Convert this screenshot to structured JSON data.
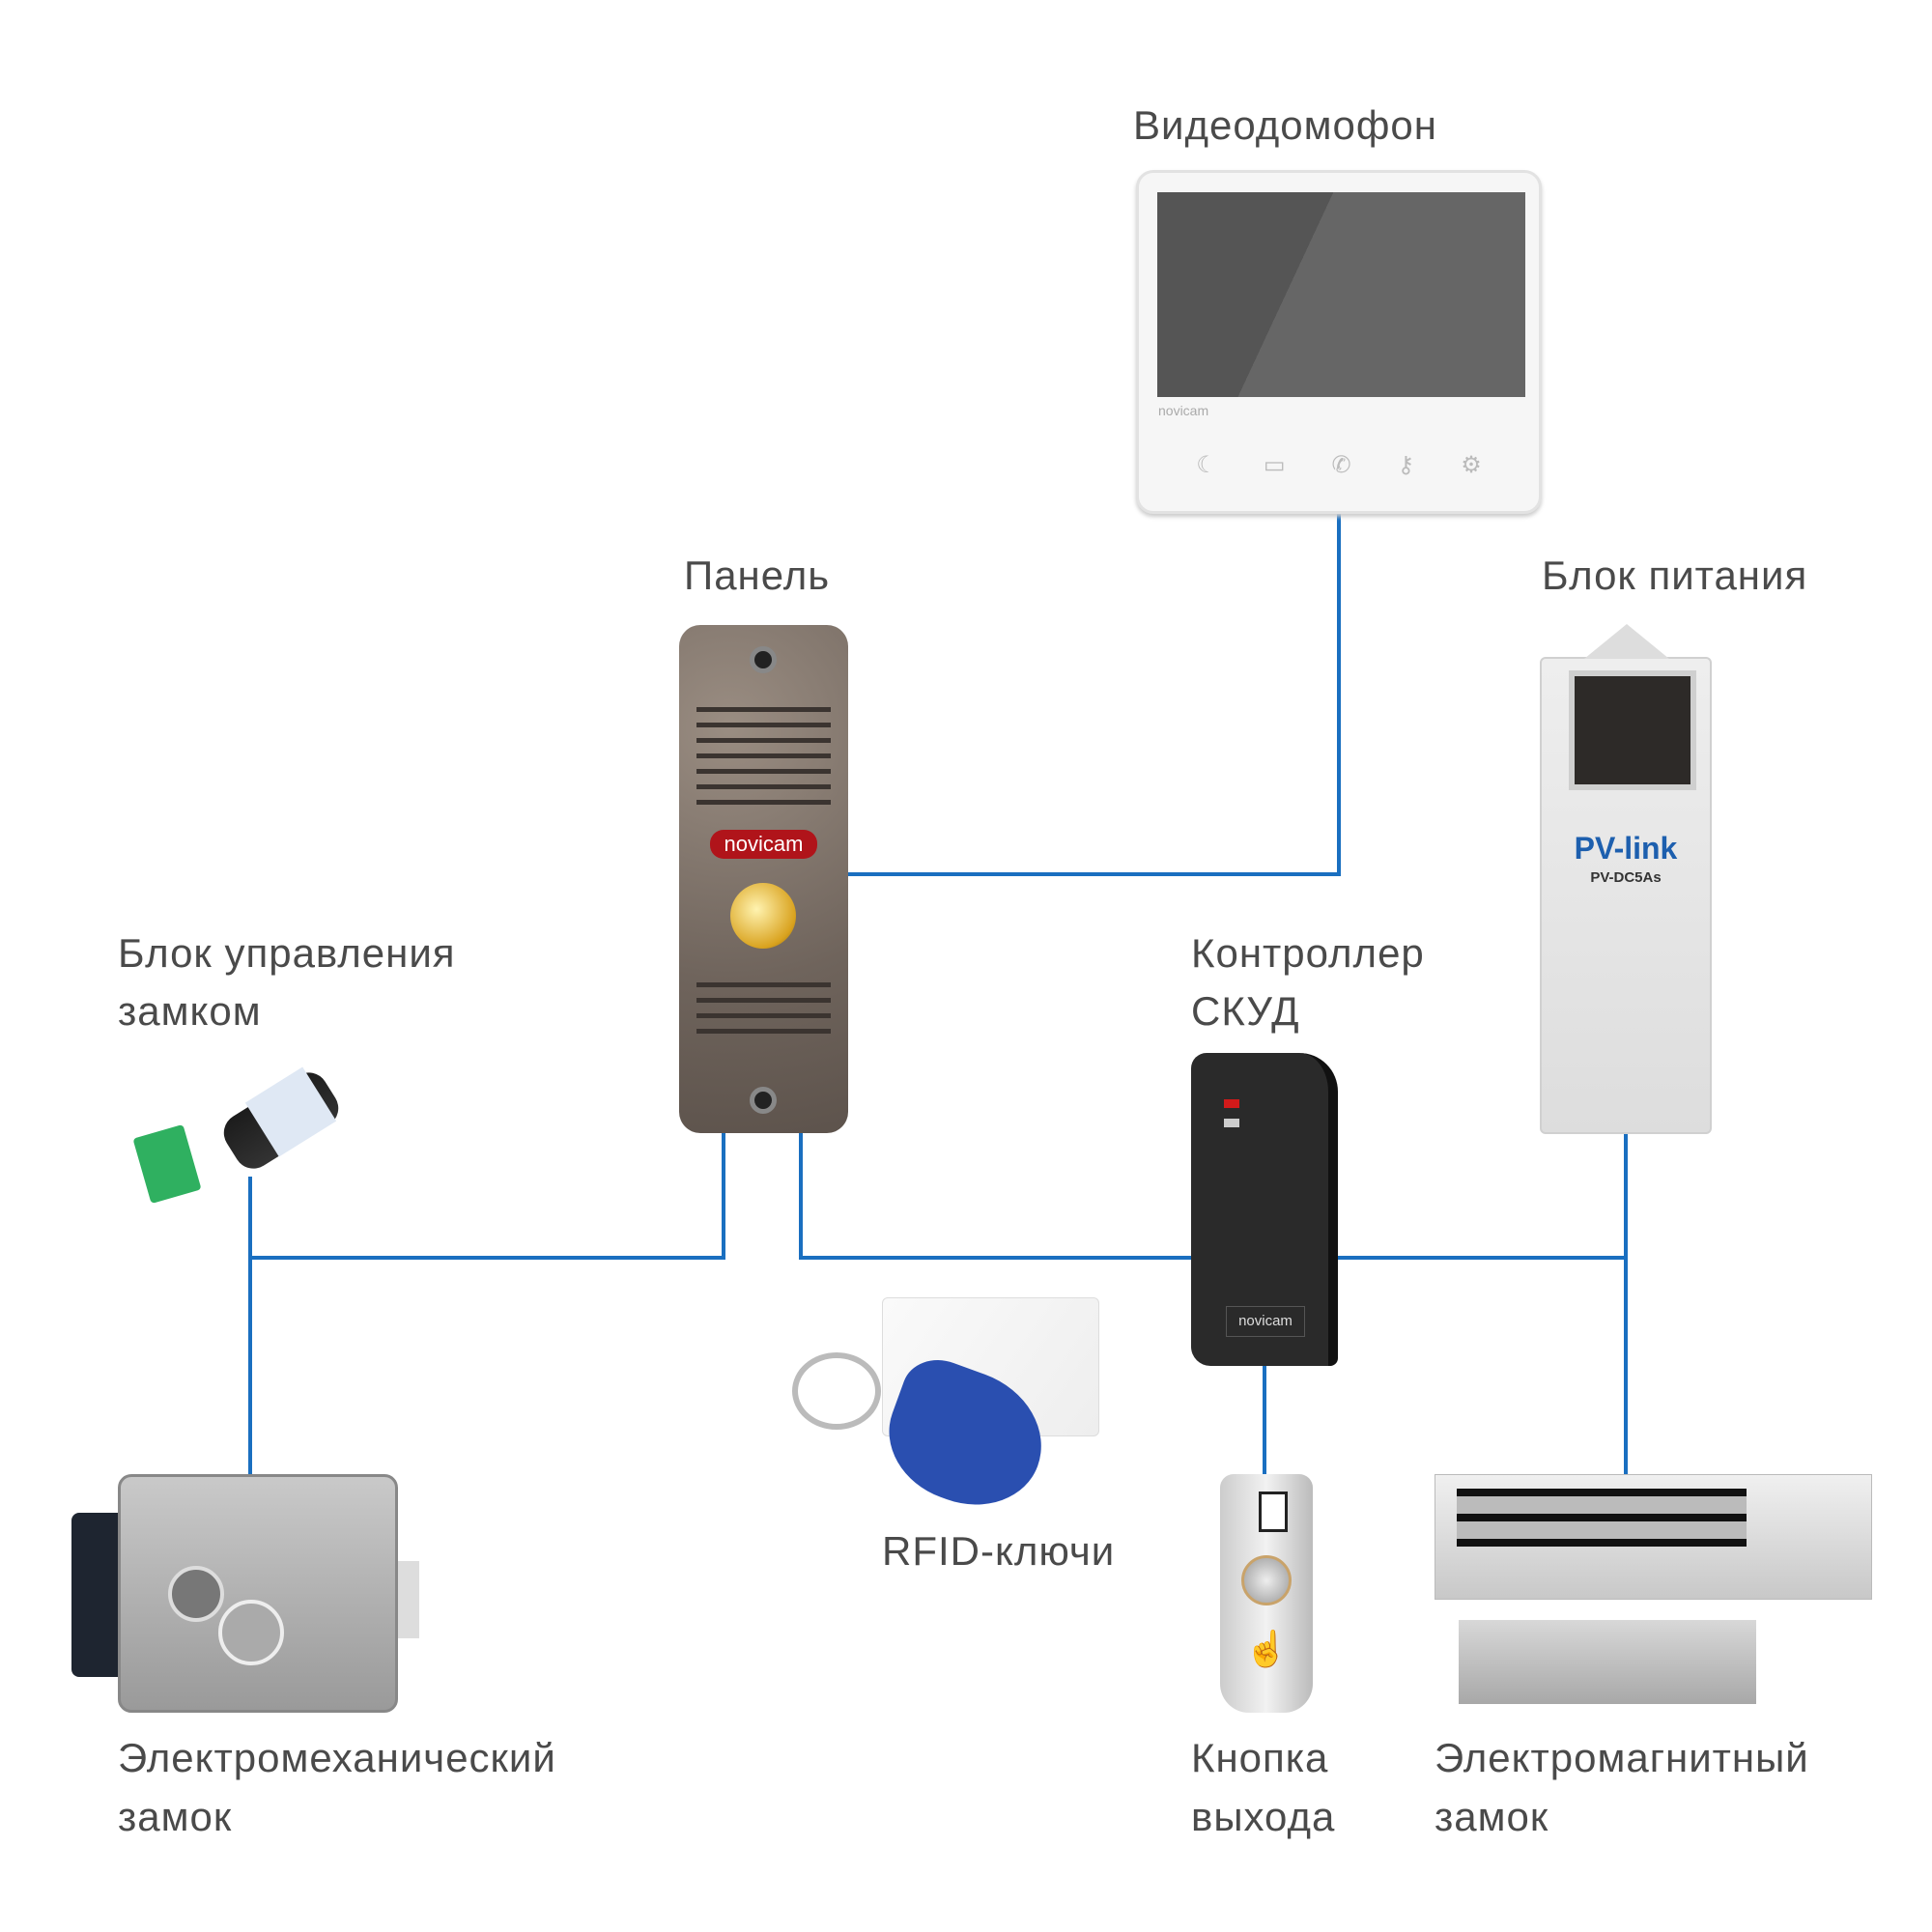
{
  "labels": {
    "intercom": "Видеодомофон",
    "panel": "Панель",
    "power": "Блок питания",
    "lock_ctrl_1": "Блок управления",
    "lock_ctrl_2": "замком",
    "acs_1": "Контроллер",
    "acs_2": "СКУД",
    "rfid": "RFID-ключи",
    "emech_1": "Электромеханический",
    "emech_2": "замок",
    "exit_1": "Кнопка",
    "exit_2": "выхода",
    "emag_1": "Электромагнитный",
    "emag_2": "замок"
  },
  "device_text": {
    "monitor_brand": "novicam",
    "panel_brand": "novicam",
    "psu_brand": "PV-link",
    "psu_model": "PV-DC5As",
    "reader_brand": "novicam"
  },
  "colors": {
    "wire": "#1a6fc0",
    "label": "#4a4a4a",
    "panel_badge": "#b0141a",
    "fob": "#2a4fb0",
    "psu_brand": "#1d5fae"
  }
}
